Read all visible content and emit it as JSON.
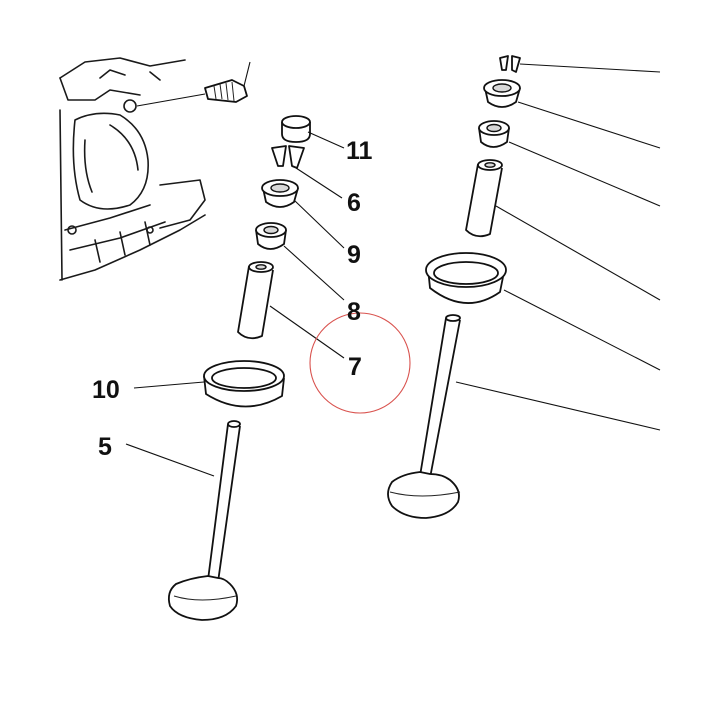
{
  "callouts": [
    {
      "id": "11",
      "label": "11"
    },
    {
      "id": "6",
      "label": "6"
    },
    {
      "id": "9",
      "label": "9"
    },
    {
      "id": "8",
      "label": "8"
    },
    {
      "id": "7",
      "label": "7"
    },
    {
      "id": "10",
      "label": "10"
    },
    {
      "id": "5",
      "label": "5"
    }
  ],
  "colors": {
    "line": "#111111",
    "highlight_circle": "#d9534f",
    "background": "#ffffff"
  }
}
